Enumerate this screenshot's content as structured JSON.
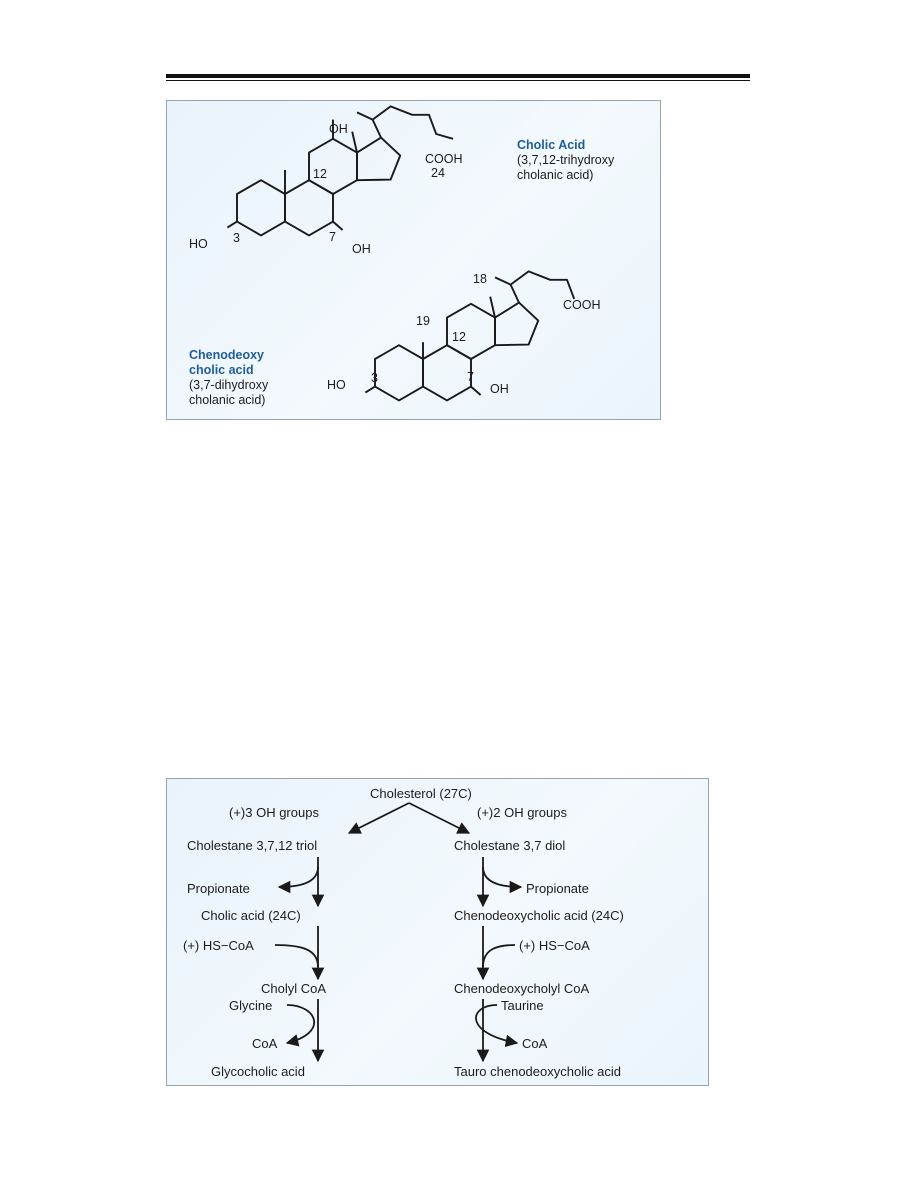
{
  "cholic": {
    "title": "Cholic Acid",
    "desc_line1": "(3,7,12-trihydroxy",
    "desc_line2": "cholanic acid)",
    "oh_12": "OH",
    "oh_3": "HO",
    "oh_7": "OH",
    "cooh": "COOH",
    "num_12": "12",
    "num_24": "24",
    "num_3": "3",
    "num_7": "7"
  },
  "cheno": {
    "title_line1": "Chenodeoxy",
    "title_line2": "cholic acid",
    "desc_line1": "(3,7-dihydroxy",
    "desc_line2": "cholanic acid)",
    "oh_3": "HO",
    "oh_7": "OH",
    "cooh": "COOH",
    "num_18": "18",
    "num_19": "19",
    "num_12": "12",
    "num_3": "3",
    "num_7": "7"
  },
  "pathway": {
    "cholesterol": "Cholesterol (27C)",
    "left_branch": "(+)3 OH groups",
    "right_branch": "(+)2 OH groups",
    "left_triol": "Cholestane 3,7,12 triol",
    "right_diol": "Cholestane 3,7 diol",
    "left_propionate": "Propionate",
    "right_propionate": "Propionate",
    "cholic_acid": "Cholic acid (24C)",
    "cheno_acid": "Chenodeoxycholic acid (24C)",
    "left_hscoa": "(+) HS−CoA",
    "right_hscoa": "(+) HS−CoA",
    "cholyl_coa": "Cholyl CoA",
    "cheno_coa": "Chenodeoxycholyl CoA",
    "glycine": "Glycine",
    "taurine": "Taurine",
    "left_coa": "CoA",
    "right_coa": "CoA",
    "glycocholic": "Glycocholic acid",
    "tauro": "Tauro chenodeoxycholic acid"
  }
}
